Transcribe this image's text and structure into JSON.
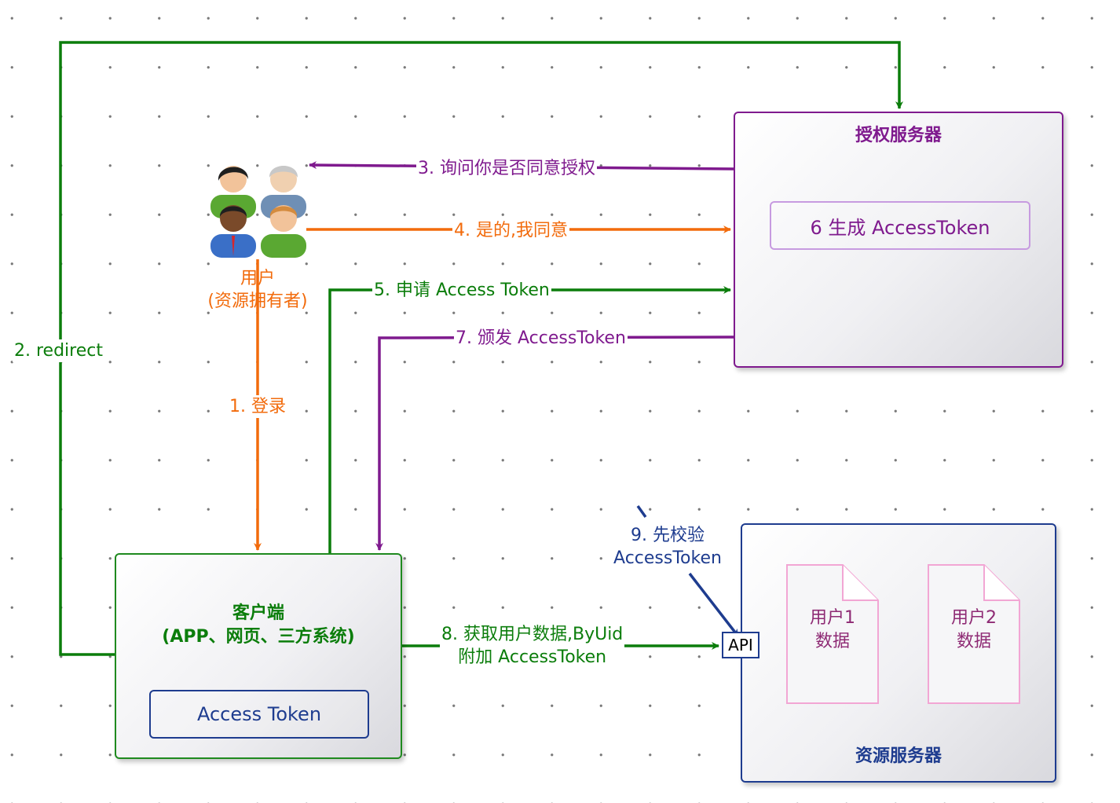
{
  "auth_server": {
    "title": "授权服务器",
    "token_gen": "6 生成 AccessToken"
  },
  "user": {
    "label": "用户\n(资源拥有者)"
  },
  "client": {
    "title": "客户端\n(APP、网页、三方系统)",
    "token": "Access Token"
  },
  "resource_server": {
    "title": "资源服务器",
    "api": "API",
    "doc1": "用户1\n数据",
    "doc2": "用户2\n数据"
  },
  "steps": {
    "s1": "1. 登录",
    "s2": "2. redirect",
    "s3": "3. 询问你是否同意授权",
    "s4": "4. 是的,我同意",
    "s5": "5. 申请 Access Token",
    "s7": "7. 颁发 AccessToken",
    "s8": "8. 获取用户数据,ByUid\n附加 AccessToken",
    "s9": "9. 先校验\nAccessToken"
  },
  "colors": {
    "green": "#0b7d0b",
    "orange": "#f26b0c",
    "purple": "#7f1a8e",
    "blue": "#1e3c8f",
    "pink": "#f2a6d4"
  }
}
